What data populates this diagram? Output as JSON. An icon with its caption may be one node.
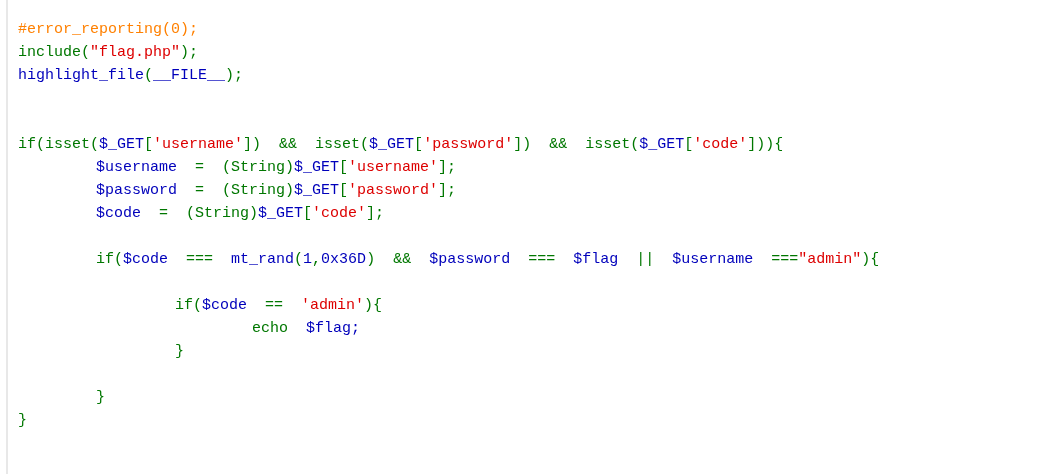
{
  "diagram": {
    "labels": [
      "#error_reporting(0);",
      "include(\"flag.php\");",
      "highlight_file(__FILE__);",
      "if(isset($_GET['username'])  &&  isset($_GET['password'])  &&  isset($_GET['code'])){",
      "$username  =  (String)$_GET['username'];",
      "$password  =  (String)$_GET['password'];",
      "$code  =  (String)$_GET['code'];",
      "if($code  ===  mt_rand(1,0x36D)  &&  $password  ===  $flag  ||  $username  ===\"admin\"){",
      "if($code  ==  'admin'){",
      "echo  $flag;",
      "}",
      "}",
      "}"
    ]
  }
}
